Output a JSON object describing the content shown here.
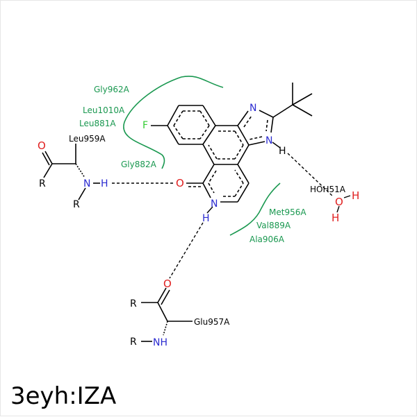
{
  "title": "3eyh:IZA",
  "colors": {
    "residue_label": "#1a9850",
    "nitrogen": "#2b2bd0",
    "oxygen": "#e02020",
    "fluorine": "#33cc33",
    "bond": "#000000"
  },
  "residues": {
    "gly962": "Gly962A",
    "leu1010": "Leu1010A",
    "leu881": "Leu881A",
    "gly882": "Gly882A",
    "met956": "Met956A",
    "val889": "Val889A",
    "ala906": "Ala906A",
    "leu959": "Leu959A",
    "glu957": "Glu957A",
    "hoh51": "HOH51A"
  },
  "atoms": {
    "N": "N",
    "O": "O",
    "H": "H",
    "F": "F",
    "R": "R",
    "NH": "NH"
  }
}
